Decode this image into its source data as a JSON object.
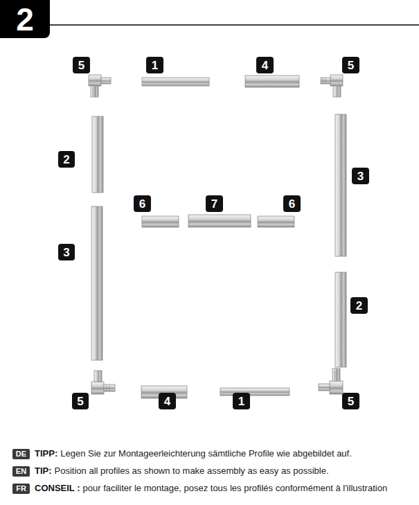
{
  "diagram": {
    "labels": [
      "2",
      "5",
      "1",
      "4",
      "5",
      "2",
      "3",
      "6",
      "7",
      "6",
      "3",
      "2",
      "5",
      "4",
      "1",
      "5",
      "DE",
      "TIPP:",
      "Legen Sie zur Montageerleichterung sämtliche Profile wie abgebildet auf.",
      "EN",
      "TIP:",
      "Position all profiles as shown to make assembly as easy as possible.",
      "FR",
      "CONSEIL :",
      "pour faciliter le montage, posez tous les profilés conformément à l'illustration"
    ]
  }
}
